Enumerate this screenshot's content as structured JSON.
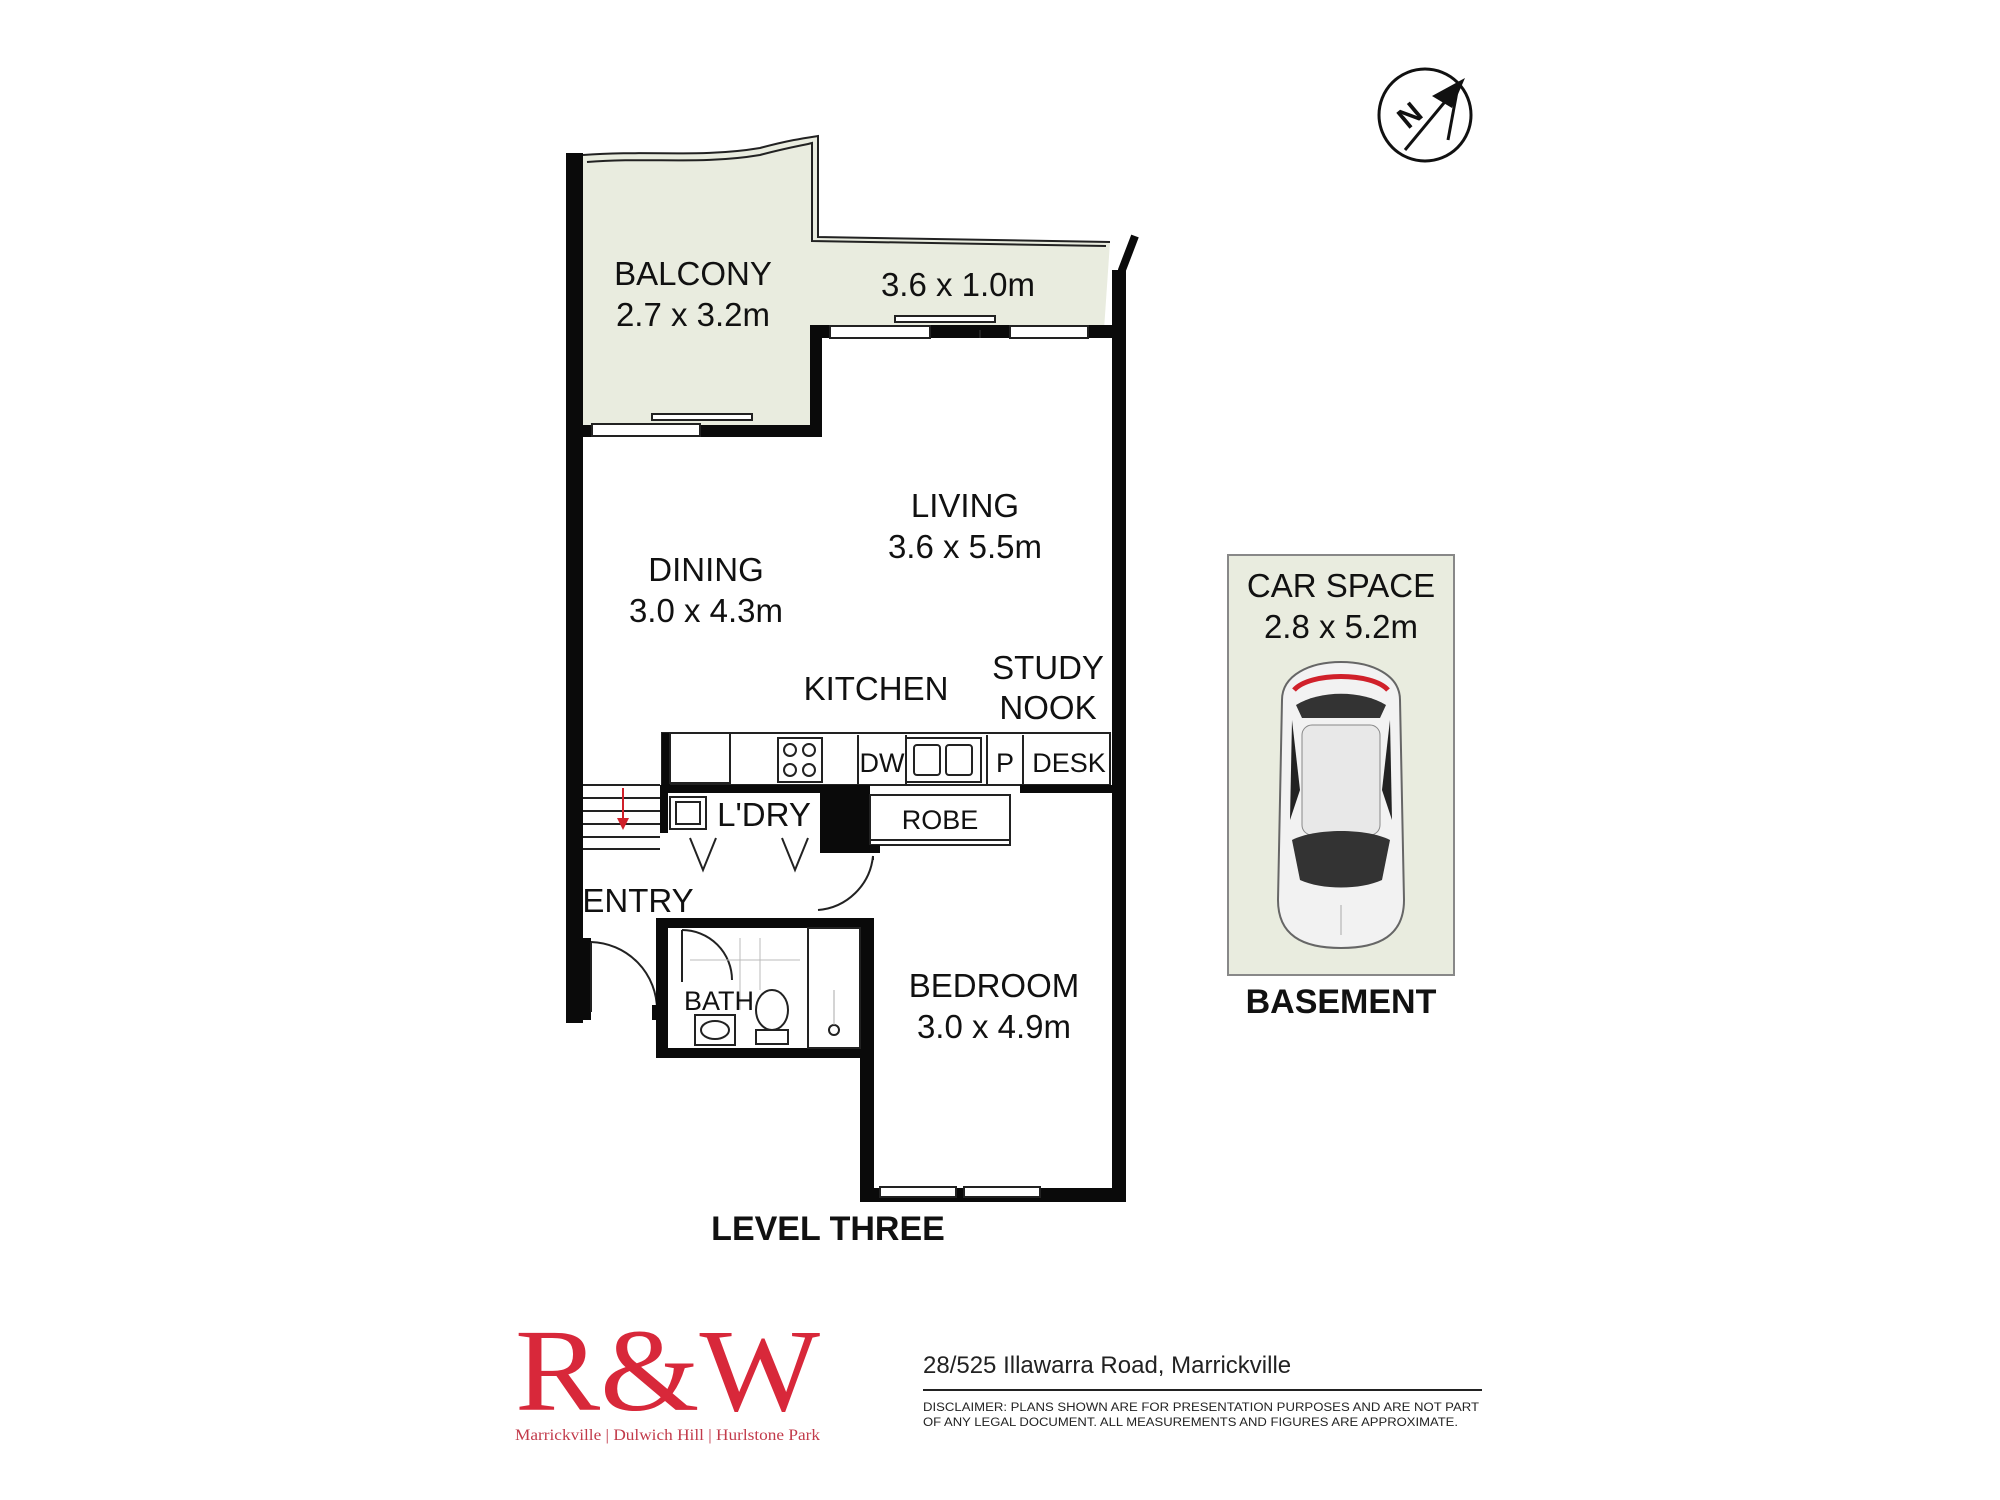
{
  "rooms": {
    "balcony": {
      "name": "BALCONY",
      "size": "2.7 x 3.2m"
    },
    "balcony_ext": {
      "size": "3.6 x 1.0m"
    },
    "living": {
      "name": "LIVING",
      "size": "3.6 x 5.5m"
    },
    "dining": {
      "name": "DINING",
      "size": "3.0 x 4.3m"
    },
    "kitchen": {
      "name": "KITCHEN"
    },
    "study": {
      "line1": "STUDY",
      "line2": "NOOK"
    },
    "fixtures": {
      "dw": "DW",
      "p": "P",
      "desk": "DESK",
      "robe": "ROBE"
    },
    "laundry": {
      "name": "L'DRY"
    },
    "entry": {
      "name": "ENTRY"
    },
    "bath": {
      "name": "BATH"
    },
    "bedroom": {
      "name": "BEDROOM",
      "size": "3.0 x 4.9m"
    }
  },
  "car_space": {
    "name": "CAR SPACE",
    "size": "2.8 x 5.2m"
  },
  "captions": {
    "level": "LEVEL THREE",
    "basement": "BASEMENT"
  },
  "compass": {
    "letter": "N"
  },
  "brand": {
    "logo": "R&W",
    "offices": "Marrickville | Dulwich Hill | Hurlstone Park"
  },
  "address": "28/525 Illawarra Road, Marrickville",
  "disclaimer": {
    "line1": "DISCLAIMER:  PLANS SHOWN ARE FOR PRESENTATION PURPOSES AND ARE NOT PART",
    "line2": "OF ANY LEGAL DOCUMENT. ALL MEASUREMENTS AND FIGURES ARE APPROXIMATE."
  },
  "colors": {
    "balcony_fill": "#e9ecdf",
    "brand_red": "#d8283a",
    "wall": "#0a0a0a",
    "stair_arrow": "#d0202a"
  }
}
